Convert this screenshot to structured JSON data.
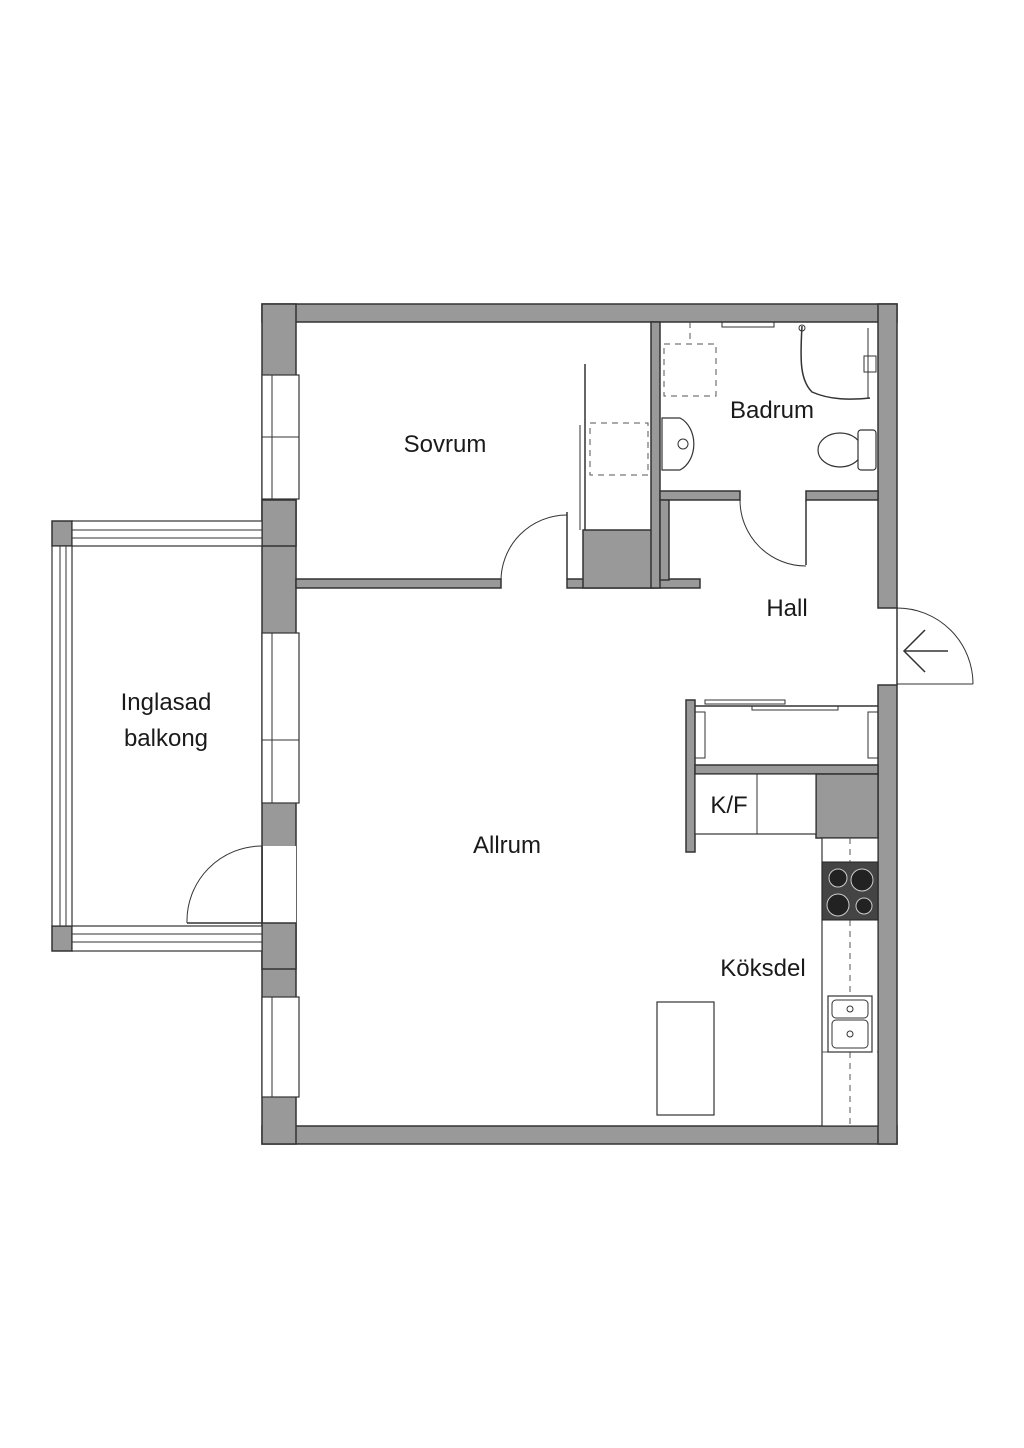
{
  "rooms": {
    "sovrum": "Sovrum",
    "badrum": "Badrum",
    "hall": "Hall",
    "balkong_line1": "Inglasad",
    "balkong_line2": "balkong",
    "allrum": "Allrum",
    "kf": "K/F",
    "koksdel": "Köksdel"
  },
  "colors": {
    "wall_fill": "#999999",
    "line": "#333333",
    "background": "#ffffff"
  }
}
